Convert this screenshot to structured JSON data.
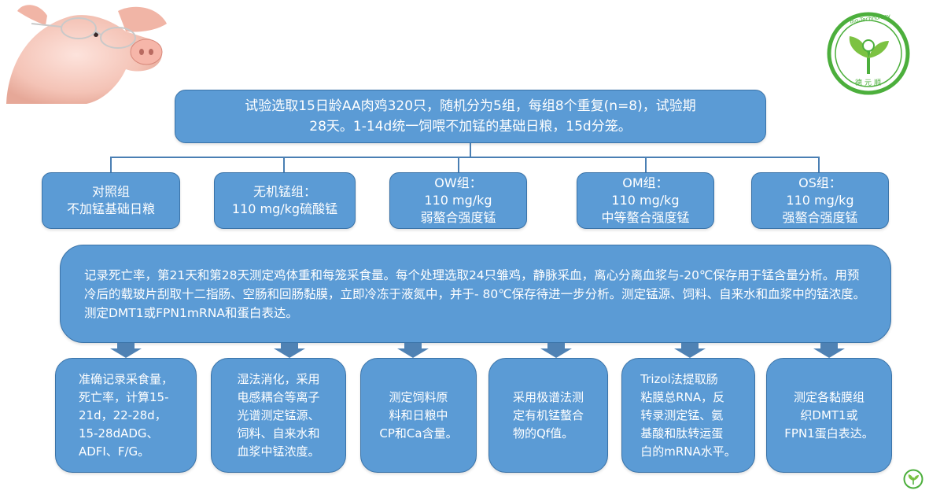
{
  "top": "试验选取15日龄AA肉鸡320只，随机分为5组，每组8个重复(n=8)，试验期\n28天。1-14d统一饲喂不加锰的基础日粮，15d分笼。",
  "groups": [
    "对照组\n不加锰基础日粮",
    "无机锰组：\n110 mg/kg硫酸锰",
    "OW组：\n110 mg/kg\n弱螯合强度锰",
    "OM组：\n110 mg/kg\n中等螯合强度锰",
    "OS组：\n110 mg/kg\n强螯合强度锰"
  ],
  "middle": "记录死亡率，第21天和第28天测定鸡体重和每笼采食量。每个处理选取24只雏鸡，静脉采血，离心分离血浆与-20℃保存用于锰含量分析。用预冷后的载玻片刮取十二指肠、空肠和回肠黏膜，立即冷冻于液氮中，并于- 80℃保存待进一步分析。测定锰源、饲料、自来水和血浆中的锰浓度。测定DMT1或FPN1mRNA和蛋白表达。",
  "bottom": [
    "准确记录采食量，\n死亡率，计算15-\n21d，22-28d，\n15-28dADG、\nADFI、F/G。",
    "湿法消化，采用\n电感耦合等离子\n光谱测定锰源、\n饲料、自来水和\n血浆中锰浓度。",
    "测定饲料原\n料和日粮中\nCP和Ca含量。",
    "采用极谱法测\n定有机锰螯合\n物的Qf值。",
    "Trizol法提取肠\n粘膜总RNA，反\n转录测定锰、氨\n基酸和肽转运蛋\n白的mRNA水平。",
    "测定各黏膜组\n织DMT1或\nFPN1蛋白表达。"
  ],
  "logo": {
    "arc_text": "Bio-Technology",
    "bottom_text": "德元顺",
    "colors": {
      "ring": "#4caf3c",
      "leaf": "#7cc242",
      "fill": "#ffffff"
    }
  },
  "colors": {
    "box": "#5b9bd5",
    "border": "#3a73a8",
    "connector": "#4a7fb3"
  }
}
